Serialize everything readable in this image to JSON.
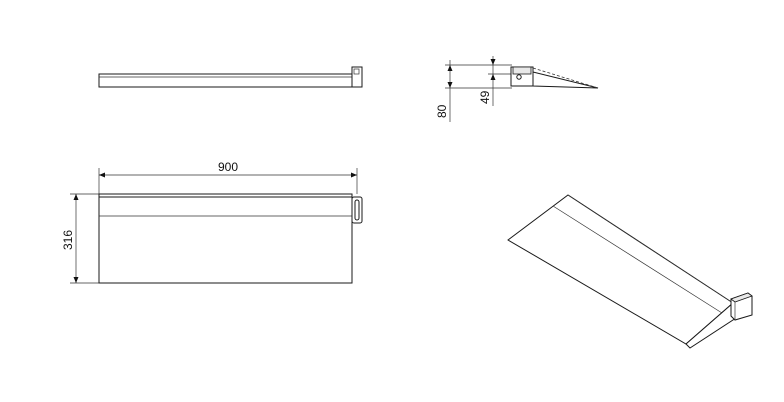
{
  "drawing": {
    "line_color": "#1a1a1a",
    "background": "#ffffff",
    "dimensions": {
      "width_label": "900",
      "depth_label": "316",
      "height_label": "80",
      "rail_label": "49"
    }
  }
}
